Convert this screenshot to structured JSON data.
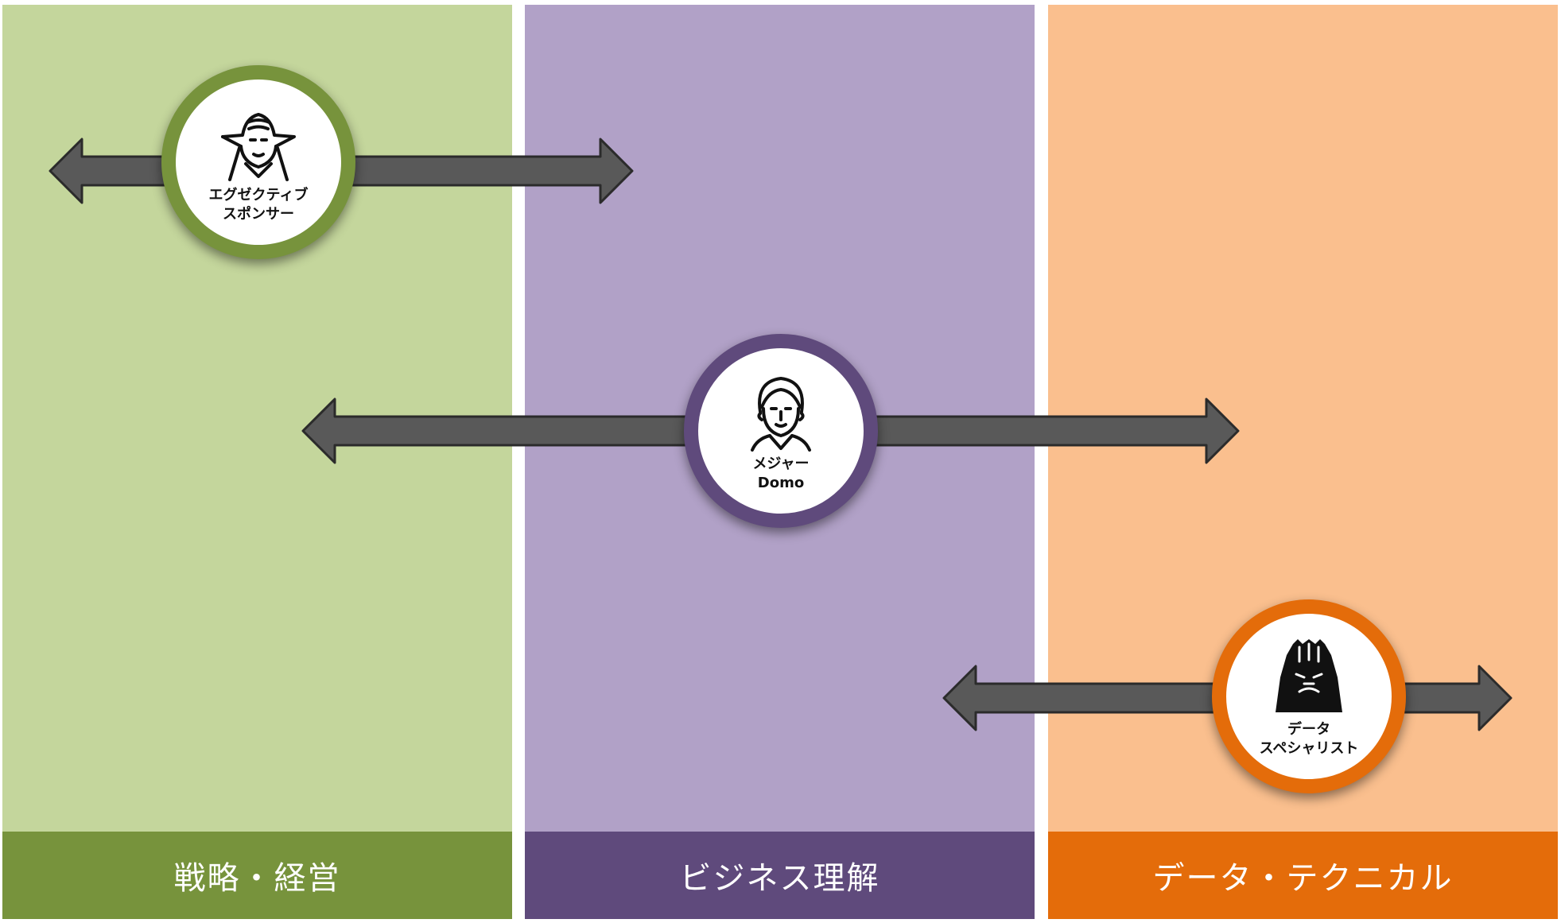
{
  "columns": [
    {
      "label": "戦略・経営",
      "color": "#c4d69c",
      "footer_color": "#77933c"
    },
    {
      "label": "ビジネス理解",
      "color": "#b1a1c7",
      "footer_color": "#5f4a7c"
    },
    {
      "label": "データ・テクニカル",
      "color": "#fabf8e",
      "footer_color": "#e46c0a"
    }
  ],
  "roles": [
    {
      "line1": "エグゼクティブ",
      "line2": "スポンサー",
      "icon": "yoda-face-icon",
      "ring_color": "#77933c"
    },
    {
      "line1": "メジャー",
      "line2": "Domo",
      "icon": "luke-face-icon",
      "ring_color": "#5f4a7c"
    },
    {
      "line1": "データ",
      "line2": "スペシャリスト",
      "icon": "chewbacca-face-icon",
      "ring_color": "#e46c0a"
    }
  ],
  "arrow_color": "#595959"
}
